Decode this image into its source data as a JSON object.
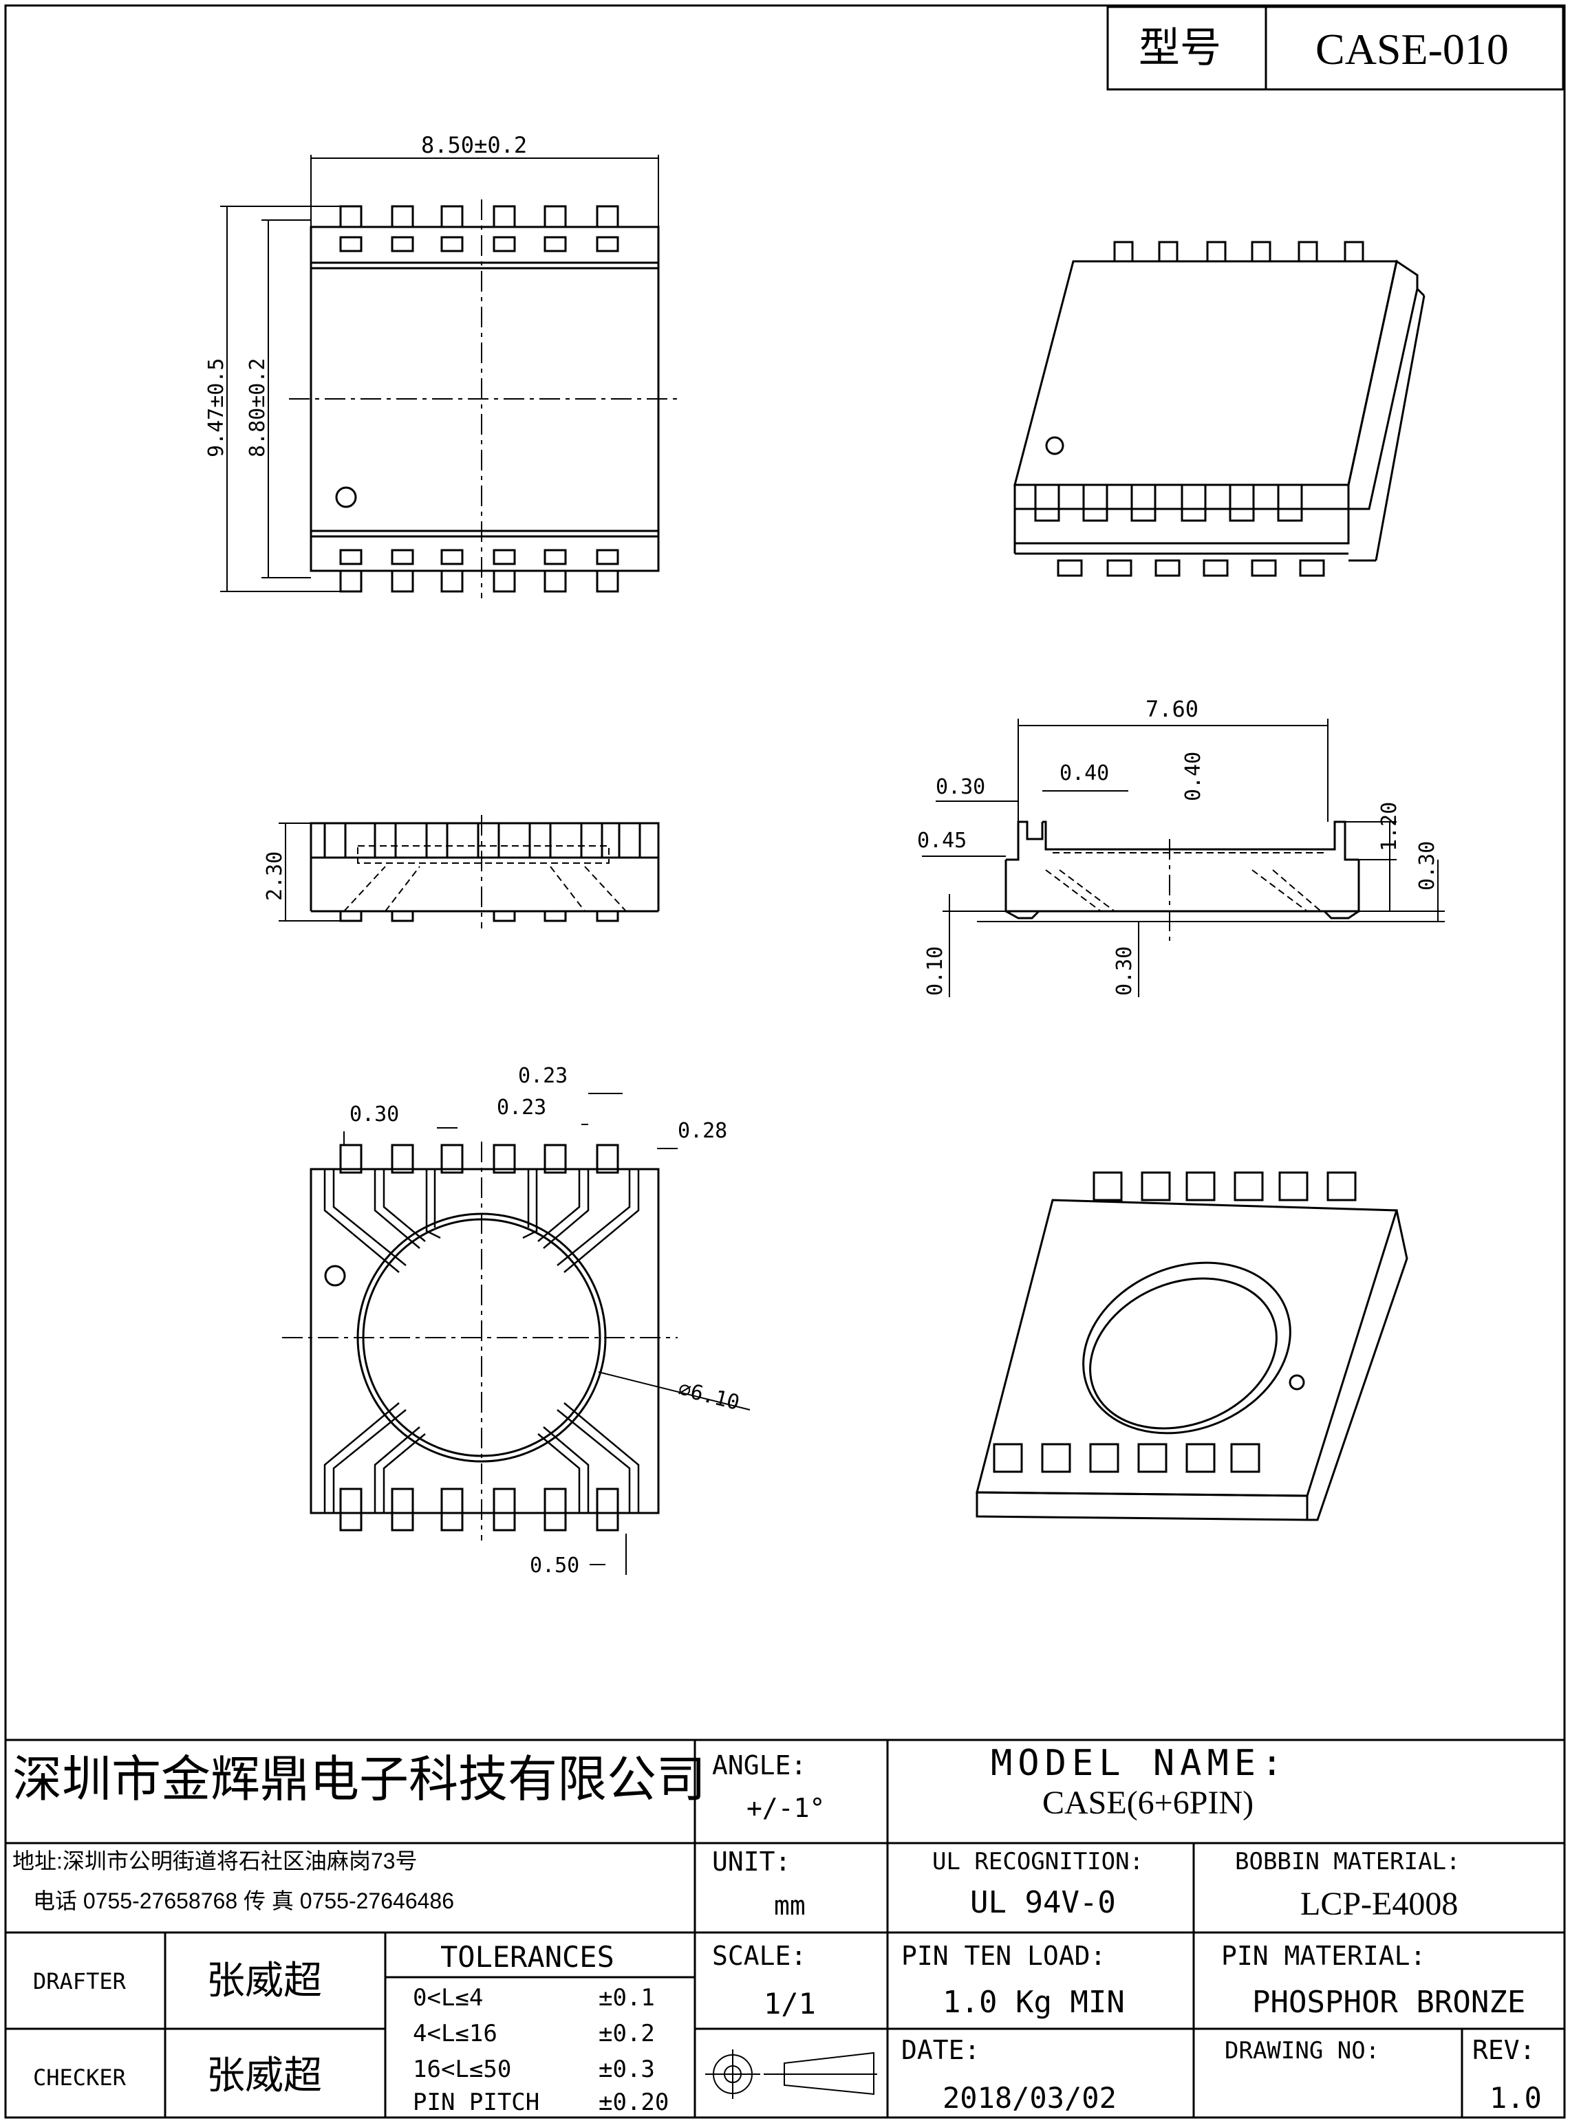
{
  "header": {
    "type_label": "型号",
    "case_code": "CASE-010"
  },
  "dimensions": {
    "top_width": "8.50±0.2",
    "overall_height": "9.47±0.5",
    "body_height": "8.80±0.2",
    "side_height": "2.30",
    "span": "7.60",
    "pin_gap": "0.30",
    "pin_width": "0.40",
    "top_step": "0.40",
    "pin_offset": "0.45",
    "pin_height": "1.20",
    "pin_foot": "0.30",
    "standoff": "0.10",
    "base_thk": "0.30",
    "slot_a": "0.23",
    "slot_b": "0.23",
    "pin_space": "0.30",
    "pin_edge": "0.28",
    "core_dia": "∅6.10",
    "pitch_gap": "0.50"
  },
  "title_block": {
    "company": "深圳市金辉鼎电子科技有限公司",
    "address": "地址:深圳市公明街道将石社区油麻岗73号",
    "phone": "电话 0755-27658768  传 真  0755-27646486",
    "angle_label": "ANGLE:",
    "angle_value": "+/-1°",
    "model_label": "MODEL NAME:",
    "model_value": "CASE(6+6PIN)",
    "unit_label": "UNIT:",
    "unit_value": "mm",
    "ul_label": "UL RECOGNITION:",
    "ul_value": "UL 94V-0",
    "bobbin_label": "BOBBIN MATERIAL:",
    "bobbin_value": "LCP-E4008",
    "drafter_label": "DRAFTER",
    "drafter_name": "张威超",
    "checker_label": "CHECKER",
    "checker_name": "张威超",
    "tol_label": "TOLERANCES",
    "tolerances": [
      {
        "range": "0<L≤4",
        "value": "±0.1"
      },
      {
        "range": "4<L≤16",
        "value": "±0.2"
      },
      {
        "range": "16<L≤50",
        "value": "±0.3"
      },
      {
        "range": "PIN PITCH",
        "value": "±0.20"
      }
    ],
    "scale_label": "SCALE:",
    "scale_value": "1/1",
    "pin_load_label": "PIN TEN LOAD:",
    "pin_load_value": "1.0 Kg MIN",
    "pin_mat_label": "PIN MATERIAL:",
    "pin_mat_value": "PHOSPHOR BRONZE",
    "date_label": "DATE:",
    "date_value": "2018/03/02",
    "drawing_no_label": "DRAWING NO:",
    "rev_label": "REV:",
    "rev_value": "1.0"
  }
}
